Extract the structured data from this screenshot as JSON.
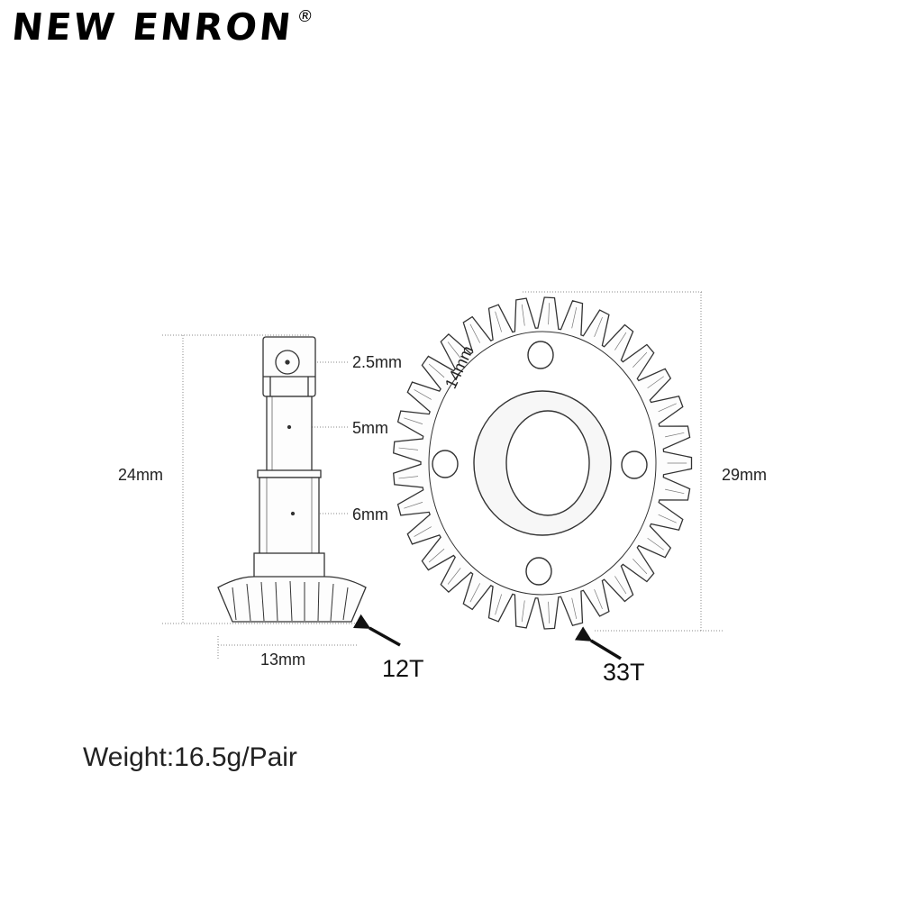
{
  "brand": {
    "name": "NEW ENRON",
    "mark": "®"
  },
  "pinion": {
    "height": "24mm",
    "width": "13mm",
    "hole": "2.5mm",
    "shaft_upper": "5mm",
    "shaft_lower": "6mm",
    "teeth": "12T"
  },
  "ring_gear": {
    "diameter": "29mm",
    "bolt_spacing": "14mm",
    "teeth": "33T"
  },
  "weight": "Weight:16.5g/Pair",
  "colors": {
    "line": "#333333",
    "dim_line": "#8a8a8a",
    "text": "#222222"
  }
}
